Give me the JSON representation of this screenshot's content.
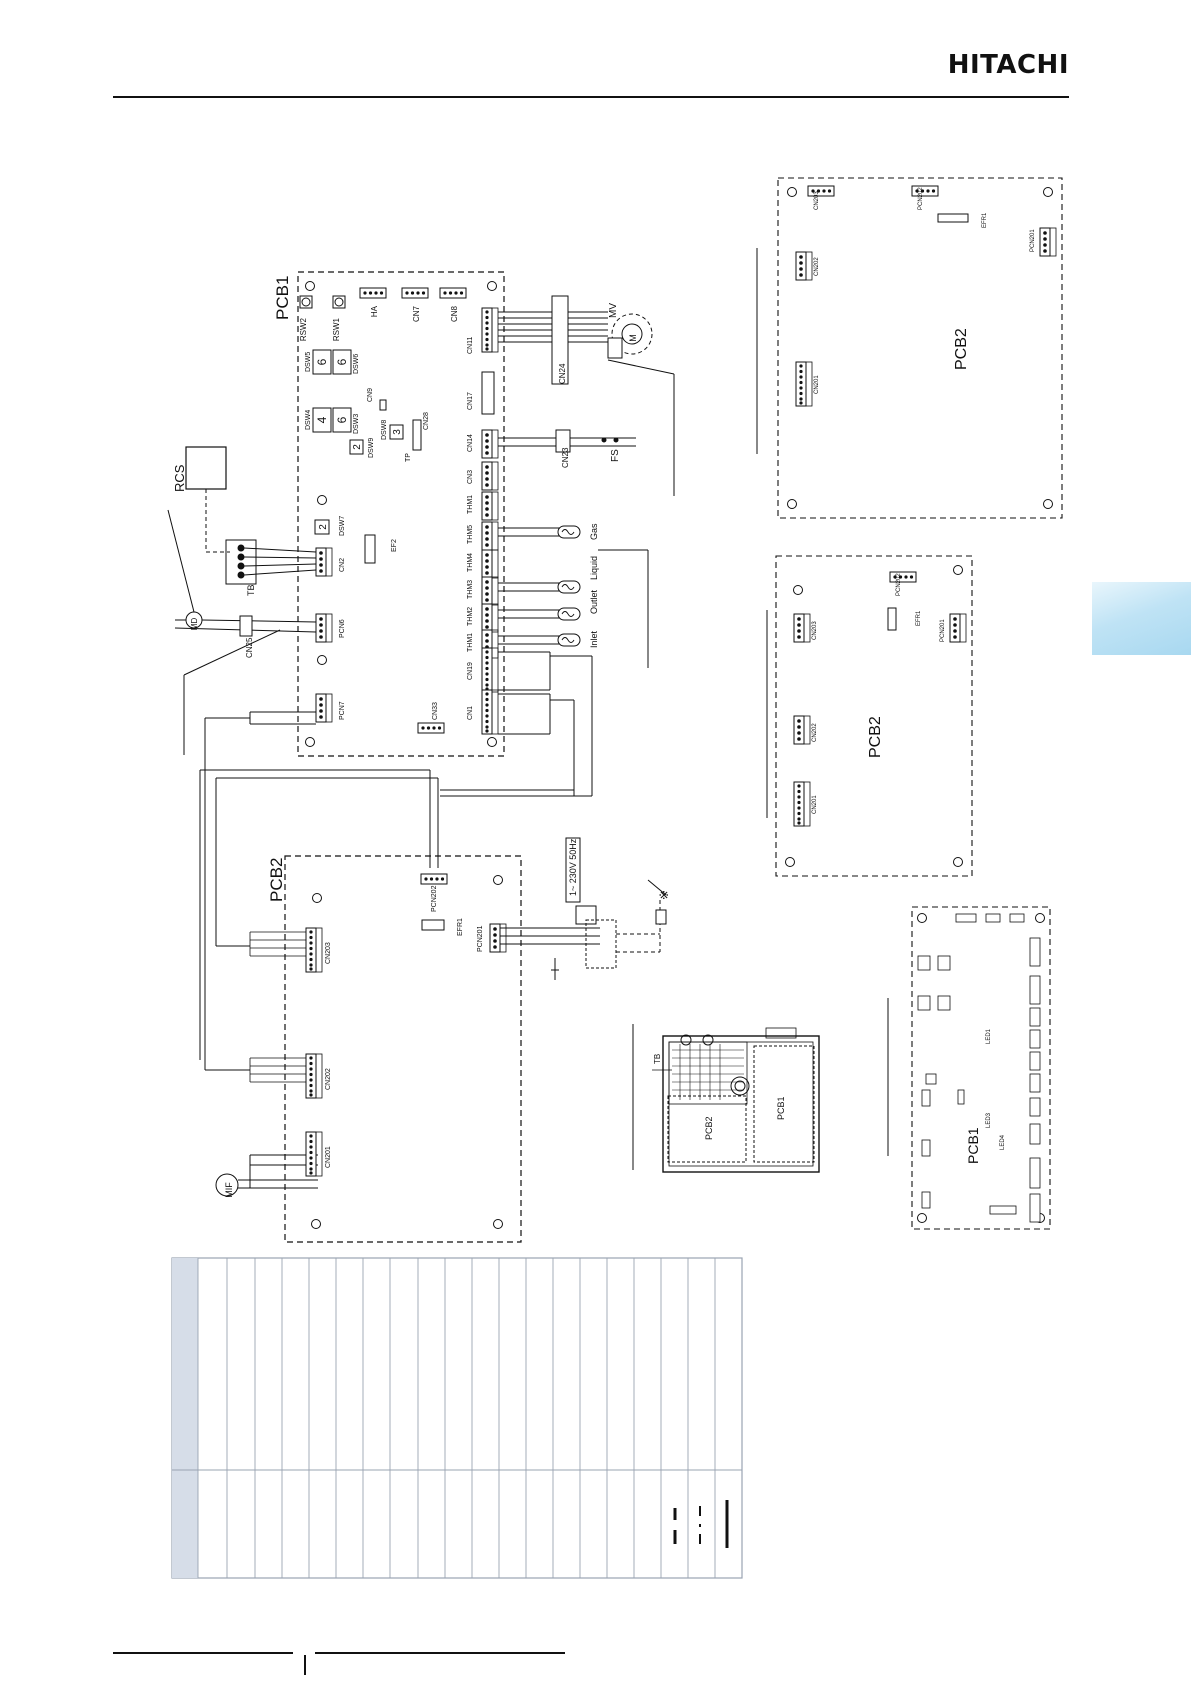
{
  "header": {
    "logo": "HITACHI"
  },
  "diagram": {
    "main_pcb1": {
      "title": "PCB1",
      "switches": [
        "RSW2",
        "RSW1",
        "DSW5",
        "DSW6",
        "DSW4",
        "DSW3",
        "DSW9",
        "DSW8",
        "DSW7"
      ],
      "switch_values": {
        "DSW5": "6",
        "DSW6": "6",
        "DSW4": "4",
        "DSW3": "6",
        "DSW9": "2",
        "DSW8": "3",
        "DSW7": "2"
      },
      "connectors_top": [
        "HA",
        "CN7",
        "CN8"
      ],
      "connectors_right": [
        "CN11",
        "CN17",
        "CN14",
        "CN3",
        "THM1",
        "THM5",
        "THM4",
        "THM3",
        "THM2",
        "THM1",
        "CN19",
        "CN1"
      ],
      "connectors_left": [
        "CN2",
        "PCN6",
        "PCN7"
      ],
      "other_labels": [
        "CN9",
        "CN28",
        "TP",
        "EF2",
        "CN33"
      ]
    },
    "main_pcb2": {
      "title": "PCB2",
      "connectors": [
        "PCN202",
        "EFR1",
        "PCN201",
        "CN203",
        "CN202",
        "CN201"
      ]
    },
    "field": {
      "rcs": "RCS",
      "tb": "TB",
      "md": "MD",
      "mif": "MIF",
      "cn25": "CN25",
      "cn24": "CN24",
      "cn23": "CN23",
      "mv": "MV",
      "fs": "FS",
      "m": "M",
      "gas": "Gas",
      "outlet": "Outlet",
      "liquid": "Liquid",
      "inlet": "Inlet",
      "power": "1~ 230V 50Hz",
      "ref_mark": "※"
    },
    "alt_pcb2_a": {
      "title": "PCB2",
      "connectors": [
        "CN203",
        "PCN202",
        "EFR1",
        "PCN201",
        "CN202",
        "CN201"
      ]
    },
    "alt_pcb2_b": {
      "title": "PCB2",
      "connectors": [
        "PCN202",
        "EFR1",
        "PCN201",
        "CN203",
        "CN202",
        "CN201"
      ]
    },
    "box_layout": {
      "tb": "TB",
      "pcb1": "PCB1",
      "pcb2": "PCB2"
    },
    "alt_pcb1": {
      "title": "PCB1",
      "leds": [
        "LED1",
        "LED3",
        "LED4"
      ]
    }
  },
  "colors": {
    "table_header": "#d6dde8",
    "table_border": "#9aa4b2",
    "side_tab": "#a8d8f0"
  }
}
